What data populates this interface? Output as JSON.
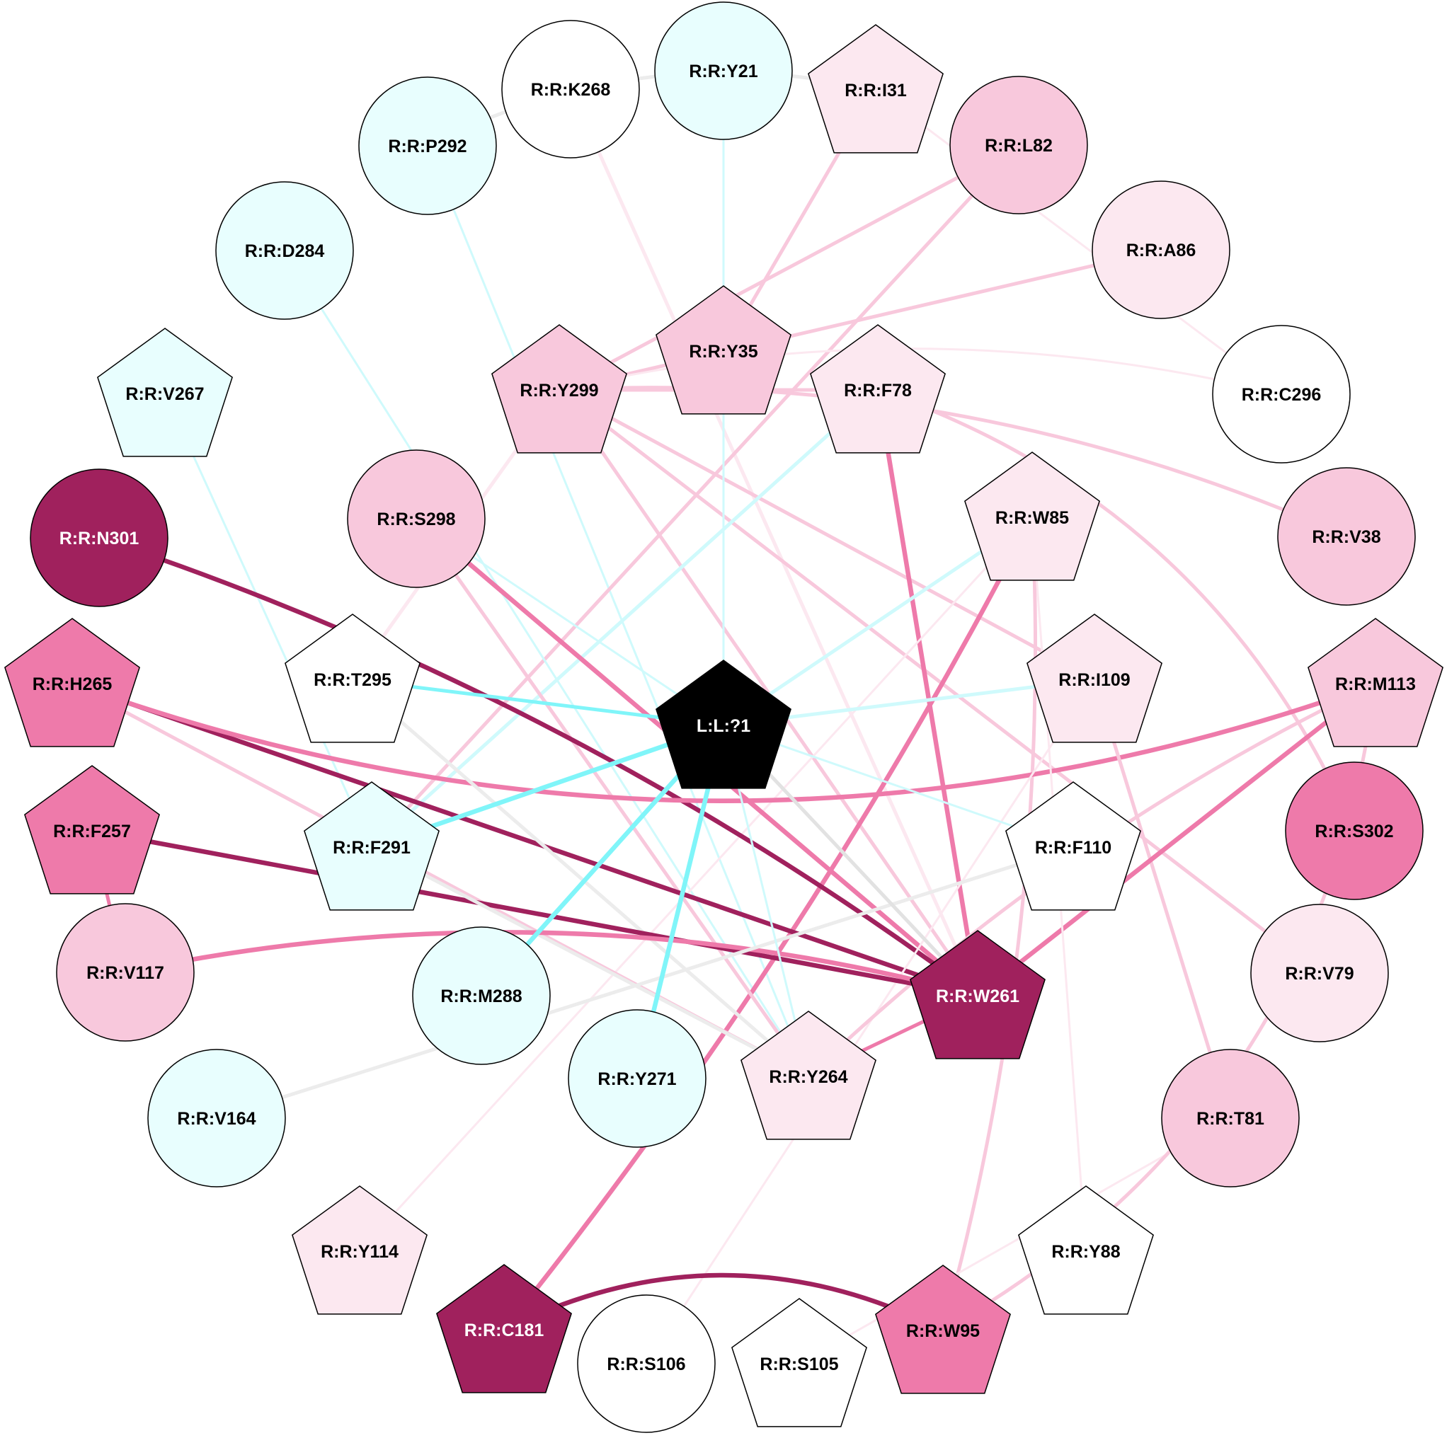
{
  "palette": {
    "ligand": "#000000",
    "dark": "#a0215d",
    "medium": "#ee7aaa",
    "light": "#f8c8dc",
    "pale": "#fce8f0",
    "cyan": "#e8fefe",
    "white": "#ffffff",
    "edge_cyan": "#80f5f9",
    "edge_cyan_light": "#cffafc",
    "edge_gray": "#e2e2e2",
    "edge_gray_light": "#ececec"
  },
  "nodes": [
    {
      "id": "L:L:?1",
      "shape": "pentagon",
      "fill": "ligand",
      "text_color": "#ffffff"
    },
    {
      "id": "R:R:K268",
      "shape": "circle",
      "fill": "white"
    },
    {
      "id": "R:R:Y21",
      "shape": "circle",
      "fill": "cyan"
    },
    {
      "id": "R:R:I31",
      "shape": "pentagon",
      "fill": "pale"
    },
    {
      "id": "R:R:P292",
      "shape": "circle",
      "fill": "cyan"
    },
    {
      "id": "R:R:L82",
      "shape": "circle",
      "fill": "light"
    },
    {
      "id": "R:R:D284",
      "shape": "circle",
      "fill": "cyan"
    },
    {
      "id": "R:R:A86",
      "shape": "circle",
      "fill": "pale"
    },
    {
      "id": "R:R:Y35",
      "shape": "pentagon",
      "fill": "light"
    },
    {
      "id": "R:R:Y299",
      "shape": "pentagon",
      "fill": "light"
    },
    {
      "id": "R:R:V267",
      "shape": "pentagon",
      "fill": "cyan"
    },
    {
      "id": "R:R:F78",
      "shape": "pentagon",
      "fill": "pale"
    },
    {
      "id": "R:R:C296",
      "shape": "circle",
      "fill": "white"
    },
    {
      "id": "R:R:S298",
      "shape": "circle",
      "fill": "light"
    },
    {
      "id": "R:R:N301",
      "shape": "circle",
      "fill": "dark",
      "text_color": "#ffffff"
    },
    {
      "id": "R:R:W85",
      "shape": "pentagon",
      "fill": "pale"
    },
    {
      "id": "R:R:V38",
      "shape": "circle",
      "fill": "light"
    },
    {
      "id": "R:R:H265",
      "shape": "pentagon",
      "fill": "medium"
    },
    {
      "id": "R:R:T295",
      "shape": "pentagon",
      "fill": "white"
    },
    {
      "id": "R:R:I109",
      "shape": "pentagon",
      "fill": "pale"
    },
    {
      "id": "R:R:M113",
      "shape": "pentagon",
      "fill": "light"
    },
    {
      "id": "R:R:F257",
      "shape": "pentagon",
      "fill": "medium"
    },
    {
      "id": "R:R:F291",
      "shape": "pentagon",
      "fill": "cyan"
    },
    {
      "id": "R:R:S302",
      "shape": "circle",
      "fill": "medium"
    },
    {
      "id": "R:R:F110",
      "shape": "pentagon",
      "fill": "white"
    },
    {
      "id": "R:R:V117",
      "shape": "circle",
      "fill": "light"
    },
    {
      "id": "R:R:W261",
      "shape": "pentagon",
      "fill": "dark",
      "text_color": "#ffffff"
    },
    {
      "id": "R:R:M288",
      "shape": "circle",
      "fill": "cyan"
    },
    {
      "id": "R:R:V79",
      "shape": "circle",
      "fill": "pale"
    },
    {
      "id": "R:R:Y271",
      "shape": "circle",
      "fill": "cyan"
    },
    {
      "id": "R:R:Y264",
      "shape": "pentagon",
      "fill": "pale"
    },
    {
      "id": "R:R:V164",
      "shape": "circle",
      "fill": "cyan"
    },
    {
      "id": "R:R:T81",
      "shape": "circle",
      "fill": "light"
    },
    {
      "id": "R:R:Y114",
      "shape": "pentagon",
      "fill": "pale"
    },
    {
      "id": "R:R:Y88",
      "shape": "pentagon",
      "fill": "white"
    },
    {
      "id": "R:R:C181",
      "shape": "pentagon",
      "fill": "dark",
      "text_color": "#ffffff"
    },
    {
      "id": "R:R:S106",
      "shape": "circle",
      "fill": "white"
    },
    {
      "id": "R:R:S105",
      "shape": "pentagon",
      "fill": "white"
    },
    {
      "id": "R:R:W95",
      "shape": "pentagon",
      "fill": "medium"
    }
  ],
  "edges": [
    {
      "source": "R:R:P292",
      "target": "R:R:I31",
      "color": "edge_gray_light",
      "weight": "medium"
    },
    {
      "source": "R:R:P292",
      "target": "R:R:Y264",
      "color": "edge_cyan_light",
      "weight": "thin"
    },
    {
      "source": "R:R:Y21",
      "target": "L:L:?1",
      "color": "edge_cyan_light",
      "weight": "thin"
    },
    {
      "source": "R:R:K268",
      "target": "R:R:W261",
      "color": "pale",
      "weight": "medium"
    },
    {
      "source": "R:R:I31",
      "target": "R:R:Y35",
      "color": "light",
      "weight": "medium"
    },
    {
      "source": "R:R:I31",
      "target": "R:R:C296",
      "color": "pale",
      "weight": "thin"
    },
    {
      "source": "R:R:L82",
      "target": "R:R:Y299",
      "color": "light",
      "weight": "medium"
    },
    {
      "source": "R:R:L82",
      "target": "R:R:F291",
      "color": "light",
      "weight": "medium"
    },
    {
      "source": "R:R:A86",
      "target": "R:R:Y299",
      "color": "light",
      "weight": "medium"
    },
    {
      "source": "R:R:D284",
      "target": "R:R:Y264",
      "color": "edge_cyan_light",
      "weight": "thin"
    },
    {
      "source": "R:R:V267",
      "target": "R:R:F291",
      "color": "edge_cyan_light",
      "weight": "thin"
    },
    {
      "source": "R:R:Y299",
      "target": "R:R:V38",
      "color": "light",
      "weight": "medium"
    },
    {
      "source": "R:R:Y299",
      "target": "R:R:I109",
      "color": "light",
      "weight": "medium"
    },
    {
      "source": "R:R:Y299",
      "target": "R:R:V79",
      "color": "light",
      "weight": "medium"
    },
    {
      "source": "R:R:Y299",
      "target": "R:R:W261",
      "color": "light",
      "weight": "medium"
    },
    {
      "source": "R:R:Y299",
      "target": "R:R:T295",
      "color": "pale",
      "weight": "medium"
    },
    {
      "source": "R:R:Y299",
      "target": "R:R:C296",
      "color": "pale",
      "weight": "thin"
    },
    {
      "source": "R:R:Y35",
      "target": "L:L:?1",
      "color": "edge_cyan_light",
      "weight": "thin"
    },
    {
      "source": "R:R:F78",
      "target": "R:R:W261",
      "color": "medium",
      "weight": "thick"
    },
    {
      "source": "R:R:F78",
      "target": "R:R:S302",
      "color": "light",
      "weight": "medium"
    },
    {
      "source": "R:R:F78",
      "target": "R:R:F291",
      "color": "edge_cyan_light",
      "weight": "medium"
    },
    {
      "source": "R:R:F78",
      "target": "R:R:Y299",
      "color": "light",
      "weight": "medium"
    },
    {
      "source": "R:R:W85",
      "target": "R:R:C181",
      "color": "medium",
      "weight": "thick"
    },
    {
      "source": "R:R:W85",
      "target": "R:R:W95",
      "color": "light",
      "weight": "medium"
    },
    {
      "source": "R:R:W85",
      "target": "R:R:Y114",
      "color": "pale",
      "weight": "thin"
    },
    {
      "source": "R:R:W85",
      "target": "L:L:?1",
      "color": "edge_cyan_light",
      "weight": "medium"
    },
    {
      "source": "R:R:S298",
      "target": "R:R:W261",
      "color": "medium",
      "weight": "thick"
    },
    {
      "source": "R:R:S298",
      "target": "R:R:Y264",
      "color": "light",
      "weight": "medium"
    },
    {
      "source": "R:R:S298",
      "target": "L:L:?1",
      "color": "edge_cyan_light",
      "weight": "thin"
    },
    {
      "source": "R:R:N301",
      "target": "R:R:W261",
      "color": "dark",
      "weight": "thick"
    },
    {
      "source": "R:R:H265",
      "target": "R:R:W261",
      "color": "dark",
      "weight": "thick"
    },
    {
      "source": "R:R:H265",
      "target": "R:R:M113",
      "color": "medium",
      "weight": "thick"
    },
    {
      "source": "R:R:H265",
      "target": "R:R:Y264",
      "color": "light",
      "weight": "medium"
    },
    {
      "source": "R:R:T295",
      "target": "L:L:?1",
      "color": "edge_cyan",
      "weight": "medium"
    },
    {
      "source": "R:R:T295",
      "target": "R:R:Y264",
      "color": "edge_gray_light",
      "weight": "medium"
    },
    {
      "source": "R:R:I109",
      "target": "L:L:?1",
      "color": "edge_cyan_light",
      "weight": "medium"
    },
    {
      "source": "R:R:I109",
      "target": "R:R:T81",
      "color": "light",
      "weight": "medium"
    },
    {
      "source": "R:R:I109",
      "target": "R:R:S106",
      "color": "pale",
      "weight": "thin"
    },
    {
      "source": "R:R:M113",
      "target": "R:R:W261",
      "color": "medium",
      "weight": "thick"
    },
    {
      "source": "R:R:M113",
      "target": "R:R:Y264",
      "color": "light",
      "weight": "medium"
    },
    {
      "source": "R:R:F257",
      "target": "R:R:W261",
      "color": "dark",
      "weight": "thick"
    },
    {
      "source": "R:R:F257",
      "target": "R:R:V117",
      "color": "medium",
      "weight": "medium"
    },
    {
      "source": "R:R:F291",
      "target": "L:L:?1",
      "color": "edge_cyan",
      "weight": "thick"
    },
    {
      "source": "R:R:F291",
      "target": "R:R:Y264",
      "color": "edge_gray_light",
      "weight": "medium"
    },
    {
      "source": "R:R:V117",
      "target": "R:R:W261",
      "color": "medium",
      "weight": "thick"
    },
    {
      "source": "R:R:F110",
      "target": "R:R:V164",
      "color": "edge_gray_light",
      "weight": "medium"
    },
    {
      "source": "R:R:F110",
      "target": "L:L:?1",
      "color": "edge_cyan_light",
      "weight": "thin"
    },
    {
      "source": "R:R:M288",
      "target": "L:L:?1",
      "color": "edge_cyan",
      "weight": "thick"
    },
    {
      "source": "R:R:Y271",
      "target": "L:L:?1",
      "color": "edge_cyan",
      "weight": "thick"
    },
    {
      "source": "R:R:Y264",
      "target": "R:R:W261",
      "color": "medium",
      "weight": "medium"
    },
    {
      "source": "L:L:?1",
      "target": "R:R:W261",
      "color": "edge_gray",
      "weight": "medium"
    },
    {
      "source": "L:L:?1",
      "target": "R:R:Y264",
      "color": "edge_cyan_light",
      "weight": "thin"
    },
    {
      "source": "R:R:C181",
      "target": "R:R:W95",
      "color": "dark",
      "weight": "thick"
    },
    {
      "source": "R:R:T81",
      "target": "R:R:S105",
      "color": "pale",
      "weight": "thin"
    },
    {
      "source": "R:R:Y88",
      "target": "R:R:W85",
      "color": "pale",
      "weight": "thin"
    },
    {
      "source": "R:R:W95",
      "target": "R:R:M113",
      "color": "light",
      "weight": "medium"
    }
  ]
}
